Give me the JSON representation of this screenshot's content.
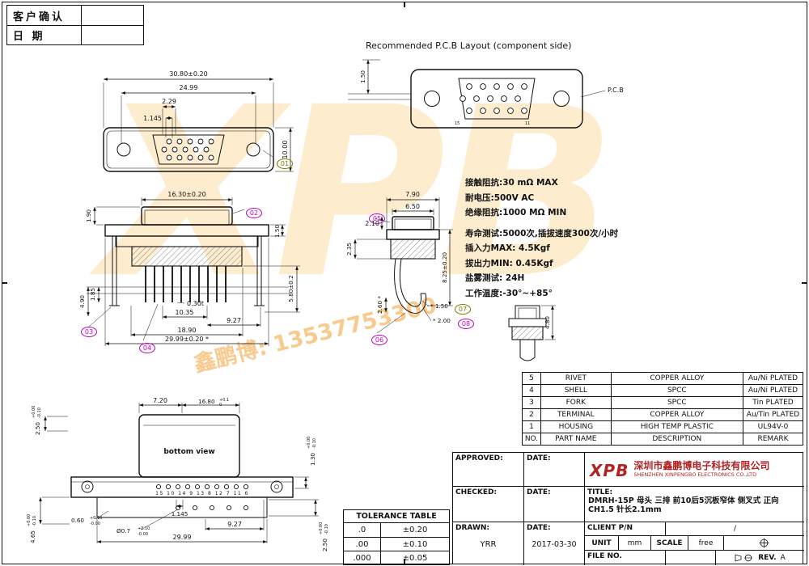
{
  "colors": {
    "line": "#111111",
    "balloon_magenta": "#c000c0",
    "balloon_olive": "#7a7a00",
    "logo_red": "#b22222",
    "watermark_orange": "#f09e30"
  },
  "confirm": {
    "row1": "客户确认",
    "row2": "日 期"
  },
  "pcb": {
    "title": "Recommended P.C.B Layout (component side)",
    "dim_1_50": "1.50",
    "pin_15": "15",
    "pin_11": "11",
    "label": "P.C.B"
  },
  "front": {
    "dim_3080": "30.80±0.20",
    "dim_2499": "24.99",
    "dim_229": "2.29",
    "dim_1145": "1.145",
    "dim_1000": "10.00"
  },
  "section": {
    "dim_1630": "16.30±0.20",
    "dim_190": "1.90",
    "dim_150": "1.50",
    "dim_030t": "0.30t",
    "dim_1035": "10.35",
    "dim_927": "9.27",
    "dim_1890": "18.90",
    "dim_2999": "29.99±0.20 *",
    "dim_185": "1.85",
    "dim_490": "4.90",
    "dim_580": "5.80±0.2"
  },
  "side": {
    "dim_790": "7.90",
    "dim_650": "6.50",
    "dim_210": "2.10",
    "dim_825": "8.25±0.20",
    "dim_235": "2.35",
    "dim_260": "2.60 *",
    "dim_150": "* 1.50",
    "dim_200": "* 2.00"
  },
  "endview": {
    "dim_480": "4.80"
  },
  "specs": {
    "lines": [
      "接触阻抗:30 mΩ MAX",
      "耐电压:500V AC",
      "绝缘阻抗:1000 MΩ MIN",
      "寿命测试:5000次,插拔速度300次/小时",
      "插入力MAX: 4.5Kgf",
      "拔出力MIN: 0.45Kgf",
      "盐雾测试: 24H",
      "工作温度:-30°~+85°"
    ]
  },
  "bottomview": {
    "label": "bottom view",
    "dim_720": "7.20",
    "t1680": {
      "nom": "16.80",
      "plus": "+0.1",
      "minus": "0"
    },
    "left_top": {
      "nom": "2.50",
      "plus": "+0.00",
      "minus": "-0.10"
    },
    "left_bottom": {
      "nom": "4.65",
      "plus": "+0.00",
      "minus": "-0.10"
    },
    "right_top": {
      "nom": "1.30",
      "plus": "+0.00",
      "minus": "-0.10"
    },
    "right_bottom": {
      "nom": "2.50",
      "plus": "+0.00",
      "minus": "-0.10"
    },
    "pins": "15 10 14 9 13 8 12 7 11 6",
    "dim_1145": "1.145",
    "t060": {
      "nom": "0.60",
      "plus": "+0.10",
      "minus": "-0.00"
    },
    "t07": {
      "nom": "Ø0.7",
      "plus": "+0.10",
      "minus": "-0.00"
    },
    "dim_927": "9.27",
    "dim_2999": "29.99"
  },
  "tolerance_table": {
    "title": "TOLERANCE TABLE",
    "rows": [
      {
        "digits": ".0",
        "tol": "±0.20"
      },
      {
        "digits": ".00",
        "tol": "±0.10"
      },
      {
        "digits": ".000",
        "tol": "±0.05"
      }
    ]
  },
  "bom": {
    "header": {
      "no": "NO.",
      "part": "PART NAME",
      "desc": "DESCRIPTION",
      "remark": "REMARK"
    },
    "rows": [
      {
        "no": "5",
        "part": "RIVET",
        "desc": "COPPER ALLOY",
        "remark": "Au/Ni PLATED"
      },
      {
        "no": "4",
        "part": "SHELL",
        "desc": "SPCC",
        "remark": "Au/Ni PLATED"
      },
      {
        "no": "3",
        "part": "FORK",
        "desc": "SPCC",
        "remark": "Tin PLATED"
      },
      {
        "no": "2",
        "part": "TERMINAL",
        "desc": "COPPER ALLOY",
        "remark": "Au/Tin PLATED"
      },
      {
        "no": "1",
        "part": "HOUSING",
        "desc": "HIGH TEMP PLASTIC",
        "remark": "UL94V-0"
      }
    ]
  },
  "titleblock": {
    "approved_label": "APPROVED:",
    "checked_label": "CHECKED:",
    "drawn_label": "DRAWN:",
    "drawn_value": "YRR",
    "date_label": "DATE:",
    "date_value": "2017-03-30",
    "logo": "XPB",
    "company_cn": "深圳市鑫鹏博电子科技有限公司",
    "company_en": "SHENZHEN XINPENGBO ELECTRONICS CO.,LTD",
    "title_label": "TITLE:",
    "title_line1": "DMRH-15P 母头 三排 前10后5沉板窄体 侧叉式 正向",
    "title_line2": "CH1.5 针长2.1mm",
    "client_label": "CLIENT P/N",
    "client_value": "/",
    "unit_label": "UNIT",
    "unit_value": "mm",
    "scale_label": "SCALE",
    "scale_value": "free",
    "file_label": "FILE NO.",
    "rev_label": "REV.",
    "rev_value": "A"
  },
  "watermark": {
    "logo": "XPB",
    "text": "鑫鹏博: 13537753300"
  },
  "balloons": [
    {
      "n": "01",
      "color": "olive"
    },
    {
      "n": "02",
      "color": "magenta"
    },
    {
      "n": "03",
      "color": "magenta"
    },
    {
      "n": "04",
      "color": "magenta"
    },
    {
      "n": "05",
      "color": "magenta"
    },
    {
      "n": "06",
      "color": "magenta"
    },
    {
      "n": "07",
      "color": "olive"
    },
    {
      "n": "08",
      "color": "magenta"
    }
  ]
}
